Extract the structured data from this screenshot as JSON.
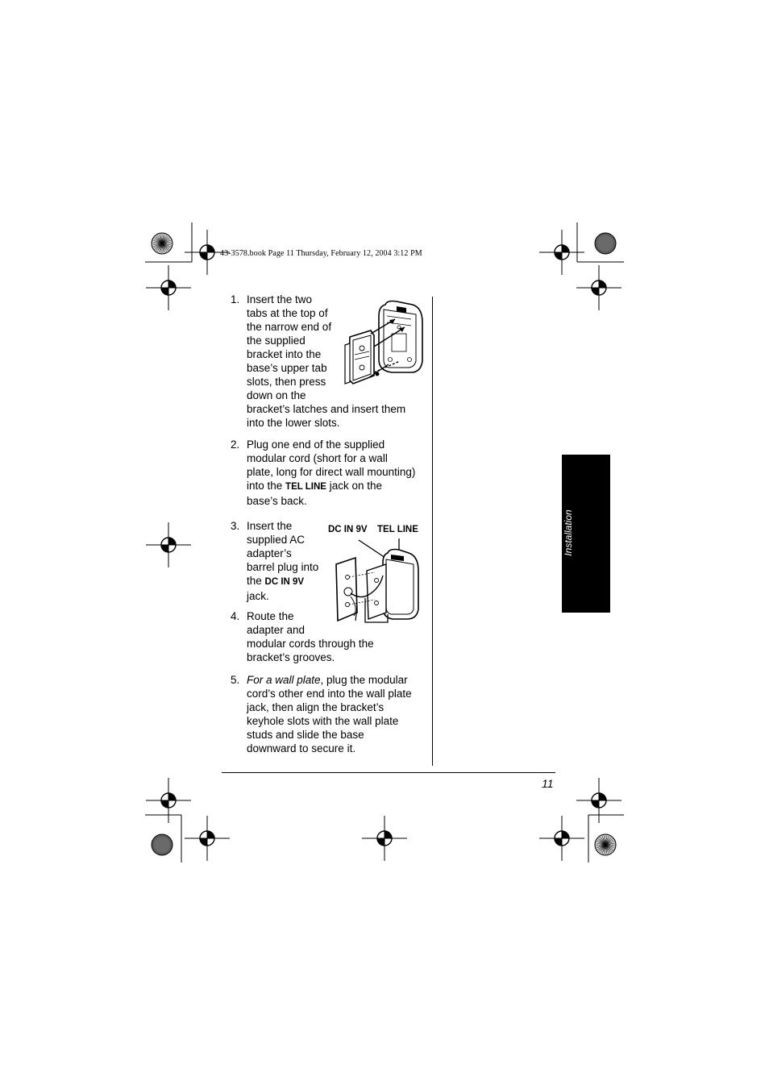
{
  "header": {
    "file_info": "43-3578.book  Page 11  Thursday, February 12, 2004  3:12 PM"
  },
  "side_tab": {
    "label": "Installation"
  },
  "steps": [
    {
      "num": "1.",
      "lines": [
        "Insert the two",
        "tabs at the top of",
        "the narrow end of",
        "the supplied",
        "bracket into the",
        "base’s upper tab",
        "slots, then press",
        "down on the",
        "bracket’s latches and insert them",
        "into the lower slots."
      ]
    },
    {
      "num": "2.",
      "line1": "Plug one end of the supplied",
      "line2": "modular cord (short for a wall",
      "line3": "plate, long for direct wall mounting)",
      "line4_pre": "into the ",
      "line4_key": "TEL LINE",
      "line4_post": " jack on the",
      "line5": "base’s back."
    },
    {
      "num": "3.",
      "line1": "Insert the",
      "line2": "supplied AC",
      "line3": "adapter’s",
      "line4": "barrel plug into",
      "line5_pre": "the ",
      "line5_key": "DC IN 9V",
      "line6": "jack."
    },
    {
      "num": "4.",
      "lines": [
        "Route the",
        "adapter and",
        "modular cords through the",
        "bracket’s grooves."
      ]
    },
    {
      "num": "5.",
      "line1_italic": "For a wall plate",
      "line1_rest": ", plug the modular",
      "lines": [
        "cord’s other end into the wall plate",
        "jack, then align the bracket’s",
        "keyhole slots with the wall plate",
        "studs and slide the base",
        "downward to secure it."
      ]
    }
  ],
  "figure2": {
    "label_dc": "DC IN 9V",
    "label_tel": "TEL LINE"
  },
  "footer": {
    "page_number": "11"
  }
}
